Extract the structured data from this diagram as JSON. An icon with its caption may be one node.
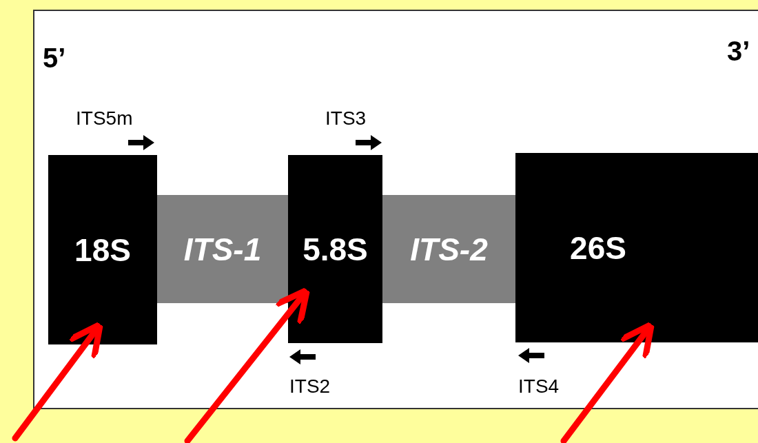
{
  "diagram": {
    "nodes": [
      {
        "text": [
          "18S"
        ]
      },
      {
        "text": [
          "ITS-1"
        ]
      },
      {
        "text": [
          "5.8S"
        ]
      },
      {
        "text": [
          "ITS-2"
        ]
      },
      {
        "text": [
          "26S"
        ]
      }
    ],
    "edges": [
      {
        "from": null,
        "to": 0,
        "arrow": "to",
        "color": "#ff0000"
      },
      {
        "from": null,
        "to": 2,
        "arrow": "to",
        "color": "#ff0000"
      },
      {
        "from": null,
        "to": 4,
        "arrow": "to",
        "color": "#ff0000"
      }
    ],
    "labels": [
      "5’",
      "3’",
      "ITS5m",
      "ITS3",
      "ITS2",
      "ITS4"
    ]
  }
}
